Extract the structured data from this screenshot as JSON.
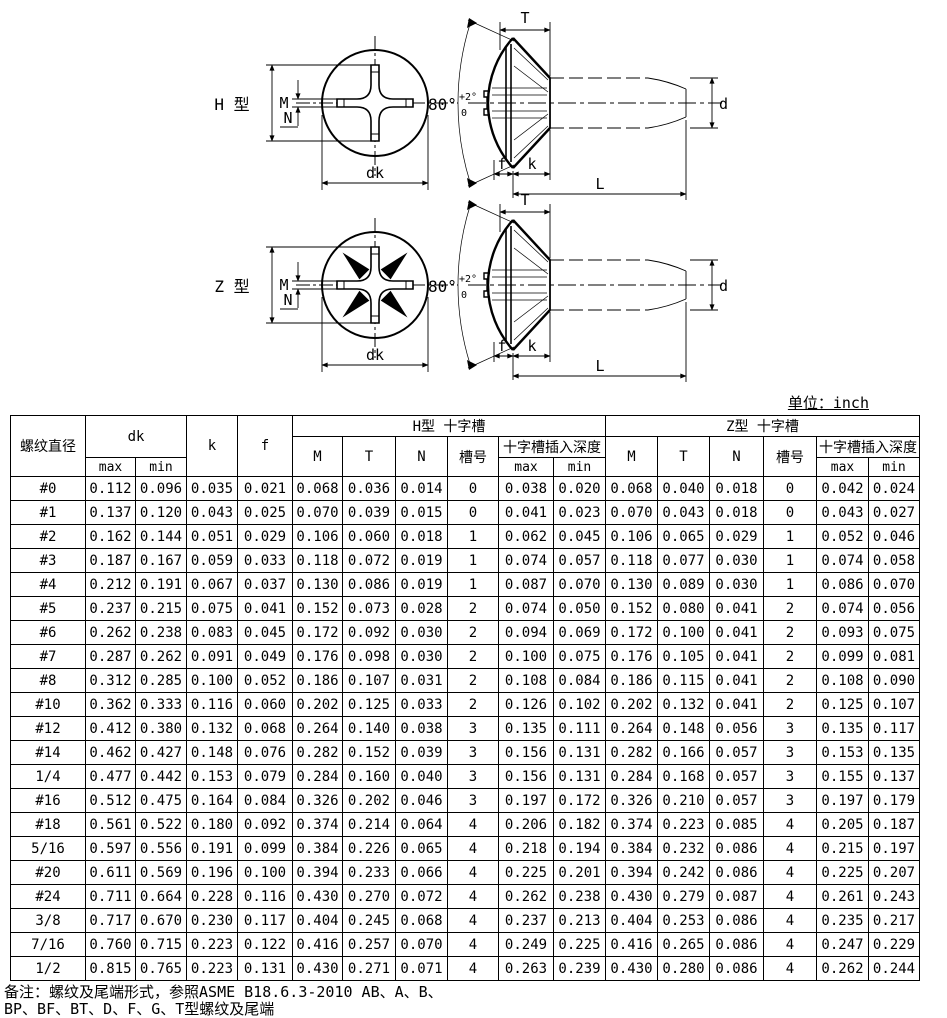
{
  "unit_label": "单位：inch",
  "drawings": {
    "h_label": "H 型",
    "z_label": "Z 型",
    "dim_m": "M",
    "dim_n": "N",
    "dim_dk": "dk",
    "dim_t": "T",
    "dim_d": "d",
    "dim_f": "f",
    "dim_k": "k",
    "dim_l": "L",
    "angle": "80°",
    "angle_tol_top": "+2°",
    "angle_tol_bottom": "0",
    "line_color": "#000000"
  },
  "table": {
    "headers": {
      "col_thread": "螺纹直径",
      "col_dk": "dk",
      "col_k": "k",
      "col_f": "f",
      "col_h_group": "H型 十字槽",
      "col_z_group": "Z型 十字槽",
      "col_m": "M",
      "col_t": "T",
      "col_n": "N",
      "col_slot": "槽号",
      "col_depth": "十字槽插入深度",
      "col_max": "max",
      "col_min": "min"
    },
    "rows": [
      [
        "#0",
        "0.112",
        "0.096",
        "0.035",
        "0.021",
        "0.068",
        "0.036",
        "0.014",
        "0",
        "0.038",
        "0.020",
        "0.068",
        "0.040",
        "0.018",
        "0",
        "0.042",
        "0.024"
      ],
      [
        "#1",
        "0.137",
        "0.120",
        "0.043",
        "0.025",
        "0.070",
        "0.039",
        "0.015",
        "0",
        "0.041",
        "0.023",
        "0.070",
        "0.043",
        "0.018",
        "0",
        "0.043",
        "0.027"
      ],
      [
        "#2",
        "0.162",
        "0.144",
        "0.051",
        "0.029",
        "0.106",
        "0.060",
        "0.018",
        "1",
        "0.062",
        "0.045",
        "0.106",
        "0.065",
        "0.029",
        "1",
        "0.052",
        "0.046"
      ],
      [
        "#3",
        "0.187",
        "0.167",
        "0.059",
        "0.033",
        "0.118",
        "0.072",
        "0.019",
        "1",
        "0.074",
        "0.057",
        "0.118",
        "0.077",
        "0.030",
        "1",
        "0.074",
        "0.058"
      ],
      [
        "#4",
        "0.212",
        "0.191",
        "0.067",
        "0.037",
        "0.130",
        "0.086",
        "0.019",
        "1",
        "0.087",
        "0.070",
        "0.130",
        "0.089",
        "0.030",
        "1",
        "0.086",
        "0.070"
      ],
      [
        "#5",
        "0.237",
        "0.215",
        "0.075",
        "0.041",
        "0.152",
        "0.073",
        "0.028",
        "2",
        "0.074",
        "0.050",
        "0.152",
        "0.080",
        "0.041",
        "2",
        "0.074",
        "0.056"
      ],
      [
        "#6",
        "0.262",
        "0.238",
        "0.083",
        "0.045",
        "0.172",
        "0.092",
        "0.030",
        "2",
        "0.094",
        "0.069",
        "0.172",
        "0.100",
        "0.041",
        "2",
        "0.093",
        "0.075"
      ],
      [
        "#7",
        "0.287",
        "0.262",
        "0.091",
        "0.049",
        "0.176",
        "0.098",
        "0.030",
        "2",
        "0.100",
        "0.075",
        "0.176",
        "0.105",
        "0.041",
        "2",
        "0.099",
        "0.081"
      ],
      [
        "#8",
        "0.312",
        "0.285",
        "0.100",
        "0.052",
        "0.186",
        "0.107",
        "0.031",
        "2",
        "0.108",
        "0.084",
        "0.186",
        "0.115",
        "0.041",
        "2",
        "0.108",
        "0.090"
      ],
      [
        "#10",
        "0.362",
        "0.333",
        "0.116",
        "0.060",
        "0.202",
        "0.125",
        "0.033",
        "2",
        "0.126",
        "0.102",
        "0.202",
        "0.132",
        "0.041",
        "2",
        "0.125",
        "0.107"
      ],
      [
        "#12",
        "0.412",
        "0.380",
        "0.132",
        "0.068",
        "0.264",
        "0.140",
        "0.038",
        "3",
        "0.135",
        "0.111",
        "0.264",
        "0.148",
        "0.056",
        "3",
        "0.135",
        "0.117"
      ],
      [
        "#14",
        "0.462",
        "0.427",
        "0.148",
        "0.076",
        "0.282",
        "0.152",
        "0.039",
        "3",
        "0.156",
        "0.131",
        "0.282",
        "0.166",
        "0.057",
        "3",
        "0.153",
        "0.135"
      ],
      [
        "1/4",
        "0.477",
        "0.442",
        "0.153",
        "0.079",
        "0.284",
        "0.160",
        "0.040",
        "3",
        "0.156",
        "0.131",
        "0.284",
        "0.168",
        "0.057",
        "3",
        "0.155",
        "0.137"
      ],
      [
        "#16",
        "0.512",
        "0.475",
        "0.164",
        "0.084",
        "0.326",
        "0.202",
        "0.046",
        "3",
        "0.197",
        "0.172",
        "0.326",
        "0.210",
        "0.057",
        "3",
        "0.197",
        "0.179"
      ],
      [
        "#18",
        "0.561",
        "0.522",
        "0.180",
        "0.092",
        "0.374",
        "0.214",
        "0.064",
        "4",
        "0.206",
        "0.182",
        "0.374",
        "0.223",
        "0.085",
        "4",
        "0.205",
        "0.187"
      ],
      [
        "5/16",
        "0.597",
        "0.556",
        "0.191",
        "0.099",
        "0.384",
        "0.226",
        "0.065",
        "4",
        "0.218",
        "0.194",
        "0.384",
        "0.232",
        "0.086",
        "4",
        "0.215",
        "0.197"
      ],
      [
        "#20",
        "0.611",
        "0.569",
        "0.196",
        "0.100",
        "0.394",
        "0.233",
        "0.066",
        "4",
        "0.225",
        "0.201",
        "0.394",
        "0.242",
        "0.086",
        "4",
        "0.225",
        "0.207"
      ],
      [
        "#24",
        "0.711",
        "0.664",
        "0.228",
        "0.116",
        "0.430",
        "0.270",
        "0.072",
        "4",
        "0.262",
        "0.238",
        "0.430",
        "0.279",
        "0.087",
        "4",
        "0.261",
        "0.243"
      ],
      [
        "3/8",
        "0.717",
        "0.670",
        "0.230",
        "0.117",
        "0.404",
        "0.245",
        "0.068",
        "4",
        "0.237",
        "0.213",
        "0.404",
        "0.253",
        "0.086",
        "4",
        "0.235",
        "0.217"
      ],
      [
        "7/16",
        "0.760",
        "0.715",
        "0.223",
        "0.122",
        "0.416",
        "0.257",
        "0.070",
        "4",
        "0.249",
        "0.225",
        "0.416",
        "0.265",
        "0.086",
        "4",
        "0.247",
        "0.229"
      ],
      [
        "1/2",
        "0.815",
        "0.765",
        "0.223",
        "0.131",
        "0.430",
        "0.271",
        "0.071",
        "4",
        "0.263",
        "0.239",
        "0.430",
        "0.280",
        "0.086",
        "4",
        "0.262",
        "0.244"
      ]
    ]
  },
  "notes": {
    "line1": "备注：螺纹及尾端形式，参照ASME B18.6.3-2010 AB、A、B、",
    "line2": "BP、BF、BT、D、F、G、T型螺纹及尾端"
  }
}
